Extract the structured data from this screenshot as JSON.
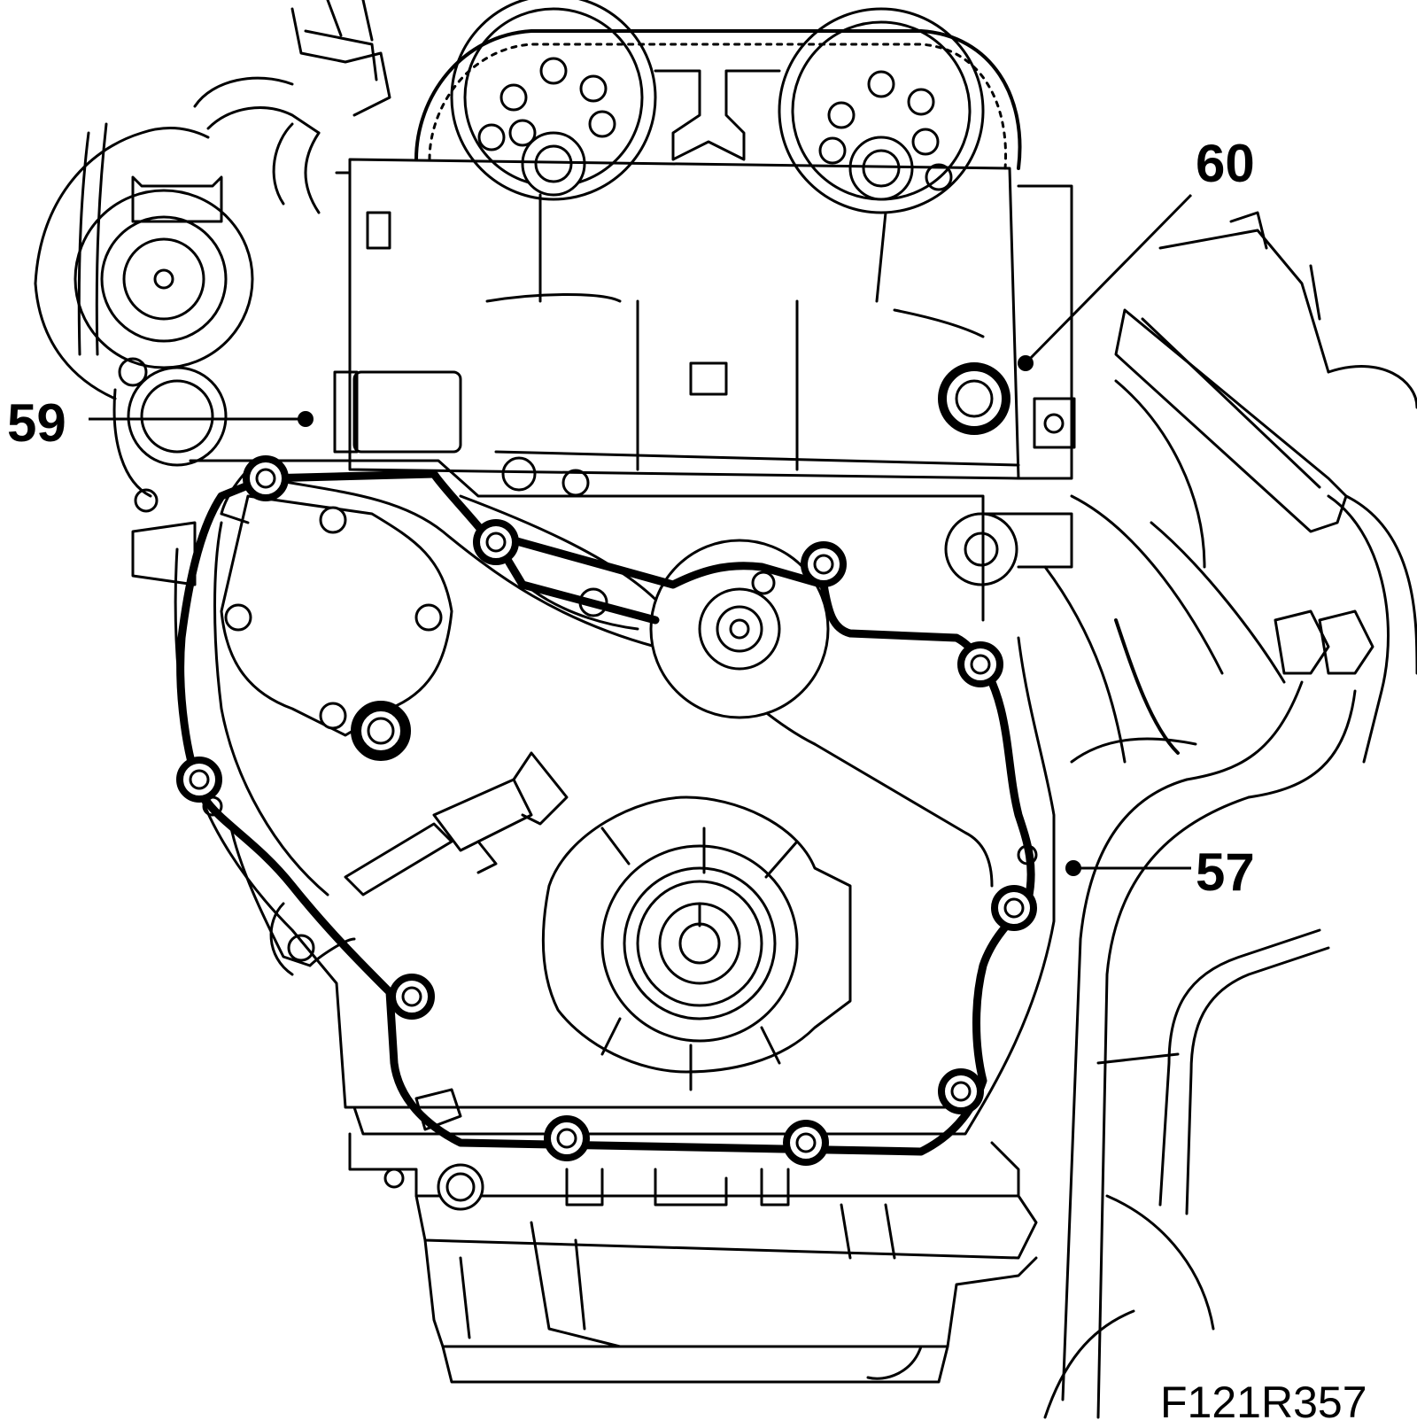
{
  "figure": {
    "reference_code": "F121R357"
  },
  "callouts": [
    {
      "id": "57",
      "label": "57"
    },
    {
      "id": "59",
      "label": "59"
    },
    {
      "id": "60",
      "label": "60"
    }
  ],
  "colors": {
    "line": "#000000",
    "background": "#ffffff"
  }
}
